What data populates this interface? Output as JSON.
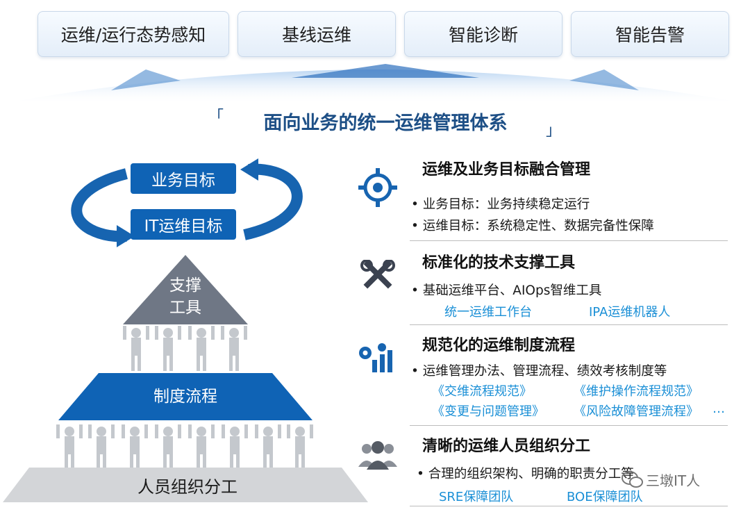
{
  "top_buttons": [
    "运维/运行态势感知",
    "基线运维",
    "智能诊断",
    "智能告警"
  ],
  "title": "面向业务的统一运维管理体系",
  "goals": {
    "business": "业务目标",
    "it": "IT运维目标"
  },
  "pyramid": {
    "top": [
      "支撑",
      "工具"
    ],
    "middle": "制度流程",
    "base": "人员组织分工"
  },
  "sections": [
    {
      "icon": "target-icon",
      "title": "运维及业务目标融合管理",
      "bullets": [
        "• 业务目标：业务持续稳定运行",
        "• 运维目标：系统稳定性、数据完备性保障"
      ]
    },
    {
      "icon": "tools-icon",
      "title": "标准化的技术支撑工具",
      "bullets": [
        "• 基础运维平台、AIOps智维工具"
      ],
      "links": [
        "统一运维工作台",
        "IPA运维机器人"
      ]
    },
    {
      "icon": "gear-chart-icon",
      "title": "规范化的运维制度流程",
      "bullets": [
        "• 运维管理办法、管理流程、绩效考核制度等"
      ],
      "links": [
        "《交维流程规范》",
        "《维护操作流程规范》",
        "《变更与问题管理》",
        "《风险故障管理流程》",
        "…"
      ]
    },
    {
      "icon": "people-icon",
      "title": "清晰的运维人员组织分工",
      "bullets": [
        "• 合理的组织架构、明确的职责分工等"
      ],
      "links": [
        "SRE保障团队",
        "BOE保障团队"
      ]
    }
  ],
  "watermark": "三墩IT人",
  "colors": {
    "brand_blue": "#0f63b5",
    "link_blue": "#1a8fd6",
    "title_blue": "#1d4f86",
    "pyramid_gray": "#6f7785"
  }
}
